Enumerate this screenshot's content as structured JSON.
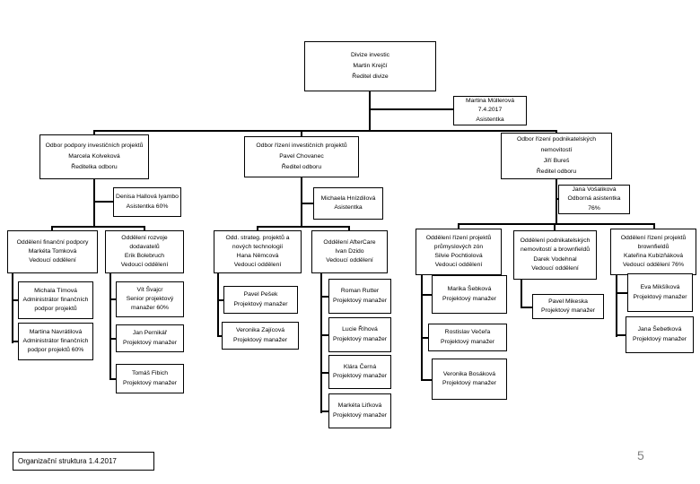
{
  "slide": {
    "footer": "Organizační struktura 1.4.2017",
    "page_number": "5"
  },
  "org": {
    "division": "Divize investic\nMartin Krejčí\nŘeditel divize",
    "division_assistant": "Martina Müllerová\n7.4.2017\nAsistentka",
    "departments": {
      "podpora_investicnich_projektu": "Odbor podpory investičních projektů\nMarcela Kolveková\nŘeditelka odboru",
      "rizeni_investicnich_projektu": "Odbor řízení investičních projektů\nPavel Chovanec\nŘeditel odboru",
      "rizeni_podnikatelskych_nemovitosti": "Odbor řízení podnikatelských nemovitostí\nJiří Bureš\nŘeditel odboru"
    },
    "department_assistants": {
      "podpora": "Denisa Hallová Iyambo\nAsistentka 60%",
      "rizeni": "Michaela Hnízdilová\nAsistentka",
      "nemovitosti": "Jana Vošaliková\nOdborná asistentka 76%"
    },
    "units": {
      "financni_podpory": "Oddělení finanční podpory\nMarkéta Tomková\nVedoucí oddělení",
      "rozvoje_dodavatelu": "Oddělení rozvoje dodavatelů\nErik Bolebruch\nVedoucí oddělení",
      "strateg_projektu": "Odd. strateg. projektů a nových technologií\nHana Němcová\nVedoucí oddělení",
      "aftercare": "Oddělení AfterCare\nIvan Dzido\nVedoucí oddělení",
      "prumyslovych_zon": "Oddělení řízení projektů průmyslových zón\nSilvie Pochtiolová\nVedoucí oddělení",
      "nemovitosti_brownfieldy": "Oddělení podnikatelských nemovitostí a brownfieldů\nDarek Vodehnal\nVedoucí oddělení",
      "projekty_brownfieldu": "Oddělení řízení projektů brownfieldů\nKateřina Kubizňáková\nVedoucí oddělení 76%"
    },
    "staff": {
      "timova": "Michala Tímová\nAdministrátor finančních podpor projektů",
      "navratilova": "Martina Navrátilová\nAdministrátor finančních podpor projektů 60%",
      "svajcr": "Vít Švajcr\nSenior projektový manažer 60%",
      "pernikar": "Jan Pernikář\nProjektový manažer",
      "fibich": "Tomáš Fibich\nProjektový manažer",
      "pesek": "Pavel Pešek\nProjektový manažer",
      "zajicova": "Veronika Zajícová\nProjektový manažer",
      "rutter": "Roman Rutter\nProjektový manažer",
      "rihova": "Lucie Říhová\nProjektový manažer",
      "cerna": "Klára Černá\nProjektový manažer",
      "litkova": "Markéta Liťková\nProjektový manažer",
      "sebkova": "Marika Šebková\nProjektový manažer",
      "vecera": "Rostislav Večeřa\nProjektový manažer",
      "bosakova": "Veronika Bosáková\nProjektový manažer",
      "mikeska": "Pavel Mikeska\nProjektový manažer",
      "miksikova": "Eva Mikšíková\nProjektový manažer",
      "sebetkova": "Jana Šebetková\nProjektový manažer"
    }
  }
}
